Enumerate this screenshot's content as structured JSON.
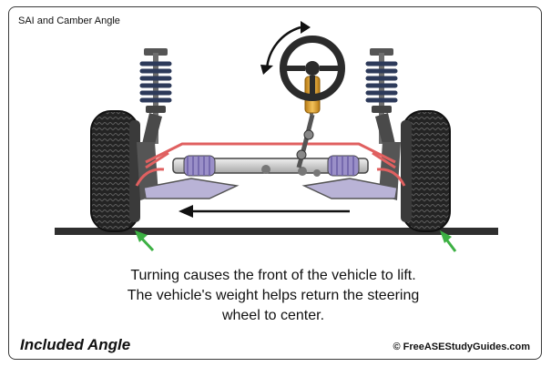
{
  "diagram": {
    "corner_label": "SAI and Camber Angle",
    "caption_lines": [
      "Turning causes the front of the vehicle to lift.",
      "The vehicle's weight helps return the steering",
      "wheel to center."
    ],
    "footer_title": "Included Angle",
    "credit": "© FreeASEStudyGuides.com"
  },
  "colors": {
    "frame": "#3a3a3a",
    "tire": "#232323",
    "tie_rod": "#e06060",
    "rack_housing": "#c8c8c8",
    "rack_boot": "#9a8fc8",
    "column": "#e3a52b",
    "ground": "#2f2f2f",
    "pointer_arrow": "#3cb043",
    "motion_arrow": "#111111"
  },
  "icons": [
    "rotation-arrow-icon",
    "left-arrow-icon",
    "camber-pointer-icon"
  ]
}
